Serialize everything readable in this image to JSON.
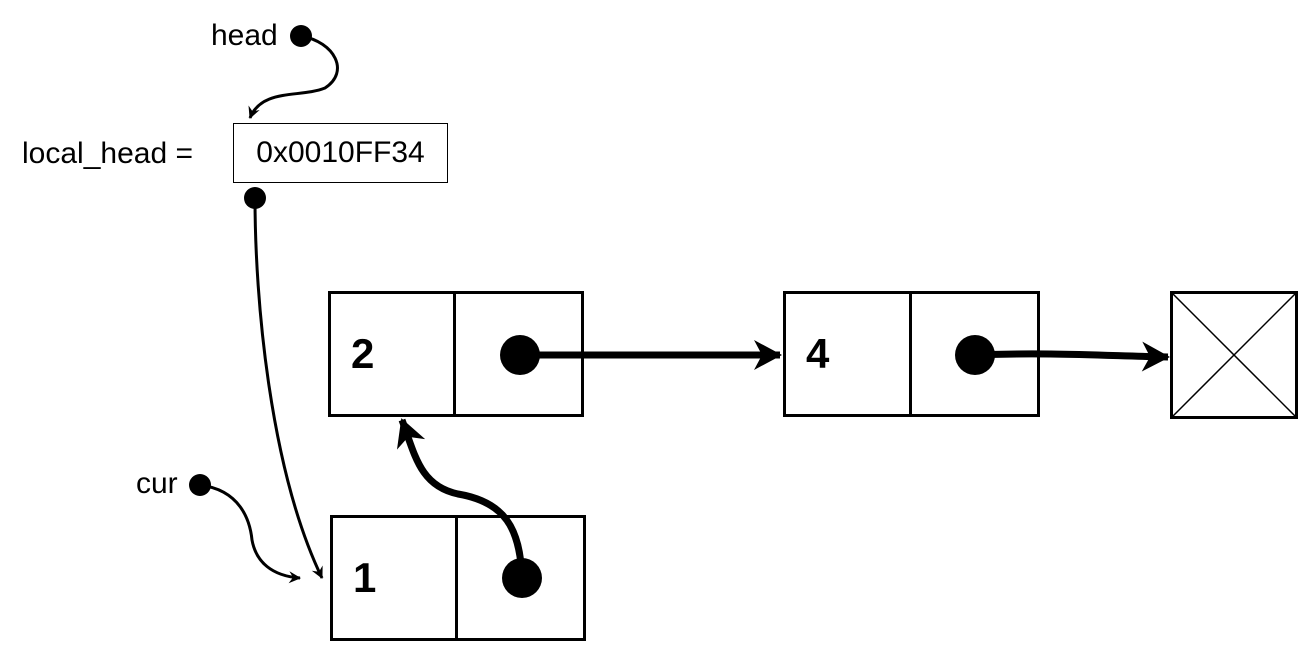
{
  "labels": {
    "head": "head",
    "local_head": "local_head =",
    "cur": "cur"
  },
  "local_head_value": "0x0010FF34",
  "nodes": [
    {
      "value": "1"
    },
    {
      "value": "2"
    },
    {
      "value": "4"
    }
  ],
  "null_terminator": "null-cross-box"
}
